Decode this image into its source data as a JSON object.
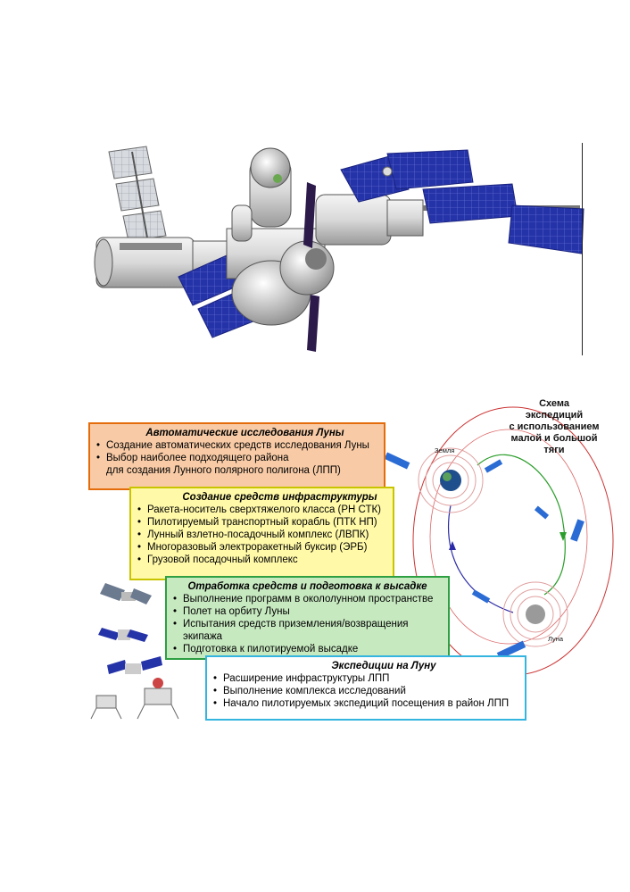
{
  "boxes": [
    {
      "title": "Автоматические исследования Луны",
      "items": [
        "Создание автоматических средств исследования  Луны",
        "Выбор наиболее подходящего района",
        "для создания Лунного полярного полигона (ЛПП)"
      ]
    },
    {
      "title": "Создание средств инфраструктуры",
      "items": [
        "Ракета-носитель сверхтяжелого класса (РН СТК)",
        "Пилотируемый транспортный корабль (ПТК НП)",
        "Лунный взлетно-посадочный комплекс (ЛВПК)",
        "Многоразовый электроракетный буксир (ЭРБ)",
        "Грузовой посадочный комплекс"
      ]
    },
    {
      "title": "Отработка средств и подготовка к высадке",
      "items": [
        "Выполнение программ в окололунном пространстве",
        "Полет на орбиту Луны",
        "Испытания средств приземления/возвращения",
        "экипажа",
        "Подготовка к пилотируемой высадке"
      ]
    },
    {
      "title": "Экспедиции на Луну",
      "items": [
        "Расширение инфраструктуры ЛПП",
        "Выполнение комплекса исследований",
        "Начало пилотируемых экспедиций посещения в район ЛПП"
      ]
    }
  ],
  "scheme": {
    "title_lines": [
      "Схема",
      "экспедиций",
      "с использованием",
      "малой и большой",
      "тяги"
    ],
    "earth_label": "Земля",
    "moon_label": "Луна"
  },
  "colors": {
    "box1_fill": "#f8cba6",
    "box1_border": "#e46c0a",
    "box2_fill": "#fff9a8",
    "box2_border": "#c9c400",
    "box3_fill": "#c7e9c0",
    "box3_border": "#2ea043",
    "box4_fill": "#ffffff",
    "box4_border": "#33b5e0",
    "solar_panel": "#2533a8"
  }
}
